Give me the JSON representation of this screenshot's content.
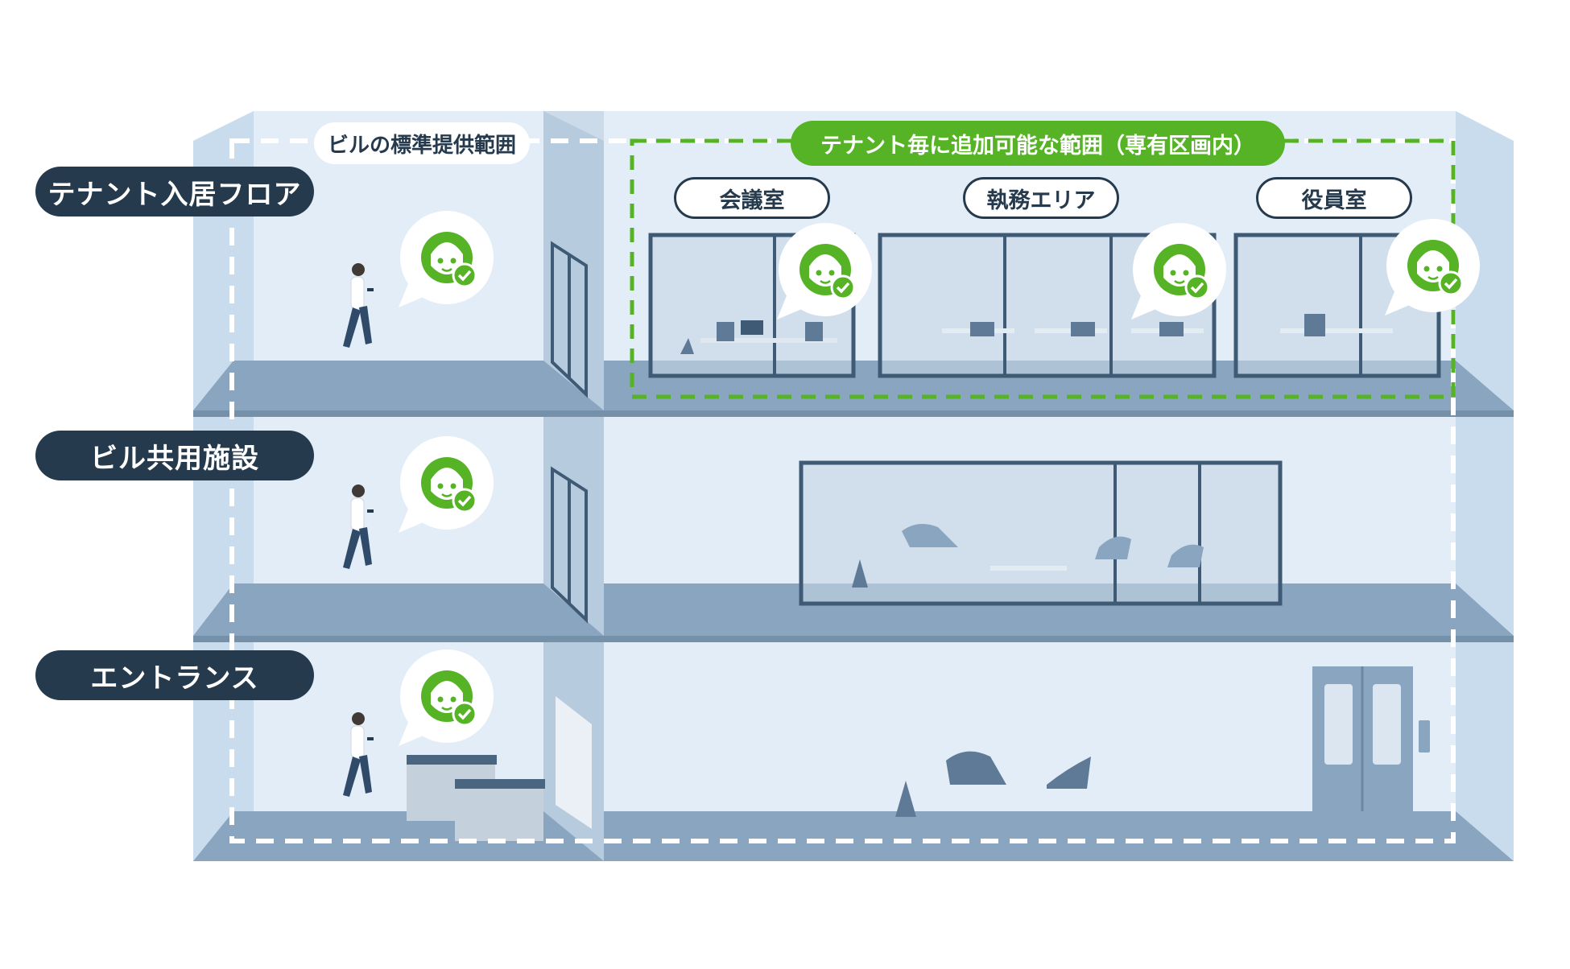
{
  "floors": [
    {
      "label": "テナント入居フロア"
    },
    {
      "label": "ビル共用施設"
    },
    {
      "label": "エントランス"
    }
  ],
  "zones": {
    "standard": "ビルの標準提供範囲",
    "tenant": "テナント毎に追加可能な範囲（専有区画内）"
  },
  "rooms": [
    {
      "label": "会議室"
    },
    {
      "label": "執務エリア"
    },
    {
      "label": "役員室"
    }
  ],
  "icons": {
    "face_auth": "face-check-icon",
    "person": "person-walking-icon"
  },
  "colors": {
    "label_bg": "#263a4d",
    "accent_green": "#55b325",
    "wall": "#dde9f5",
    "floor": "#8aa5bf",
    "glass": "#c5d5e5",
    "frame": "#3f5a74"
  }
}
